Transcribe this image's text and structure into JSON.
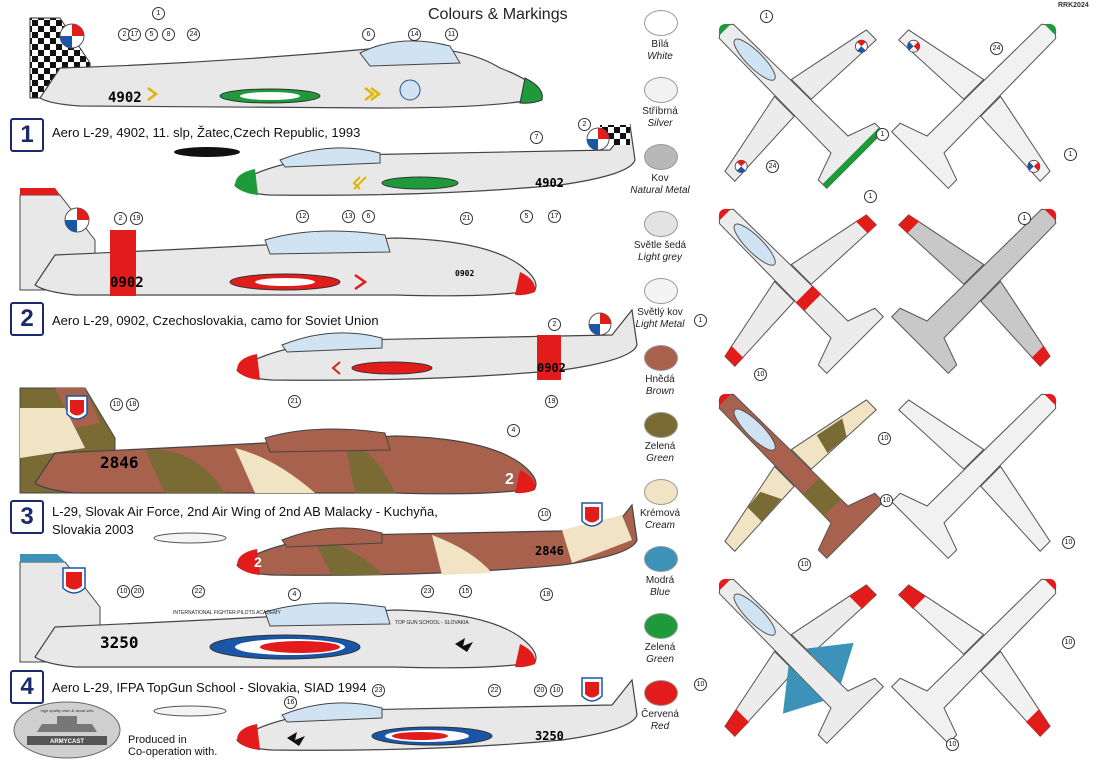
{
  "header": {
    "title": "Colours & Markings",
    "code": "RRK2024"
  },
  "schemes": [
    {
      "number": "1",
      "caption": "Aero L-29, 4902, 11. slp, Žatec,Czech Republic, 1993",
      "serial": "4902"
    },
    {
      "number": "2",
      "caption": "Aero L-29, 0902, Czechoslovakia, camo for Soviet Union",
      "serial": "0902"
    },
    {
      "number": "3",
      "caption_line1": "L-29, Slovak Air Force, 2nd Air Wing of 2nd AB Malacky - Kuchyňa,",
      "caption_line2": "Slovakia 2003",
      "serial": "2846",
      "nose_number": "2"
    },
    {
      "number": "4",
      "caption": "Aero L-29, IFPA TopGun School - Slovakia, SIAD 1994",
      "serial": "3250",
      "fuselage_text": "INTERNATIONAL FIGHTER PILOTS ACADEMY",
      "school_text": "TOP GUN SCHOOL - SLOVAKIA"
    }
  ],
  "callouts": {
    "s1_top": [
      "1",
      "2",
      "17",
      "5",
      "8",
      "24",
      "6",
      "14",
      "11"
    ],
    "s1_side": [
      "7",
      "2",
      "12",
      "13",
      "6",
      "5",
      "17"
    ],
    "s2_top": [
      "2",
      "19",
      "21"
    ],
    "s2_side": [
      "2",
      "21",
      "19"
    ],
    "s3_top": [
      "10",
      "18",
      "4"
    ],
    "s3_side": [
      "10",
      "4",
      "18"
    ],
    "s4_top": [
      "10",
      "20",
      "22",
      "23",
      "15"
    ],
    "s4_side": [
      "16",
      "23",
      "22",
      "20",
      "10"
    ],
    "plan_view": [
      "1",
      "24",
      "1",
      "1",
      "24",
      "1",
      "1",
      "1",
      "10",
      "10",
      "10",
      "10",
      "10",
      "10",
      "10",
      "10"
    ]
  },
  "swatches": [
    {
      "cz": "Bílá",
      "en": "White",
      "color": "#ffffff"
    },
    {
      "cz": "Stříbrná",
      "en": "Silver",
      "color": "#f2f2f2"
    },
    {
      "cz": "Kov",
      "en": "Natural Metal",
      "color": "#b8b8b8"
    },
    {
      "cz": "Světle šedá",
      "en": "Light grey",
      "color": "#e3e3e3"
    },
    {
      "cz": "Světlý kov",
      "en": "Light Metal",
      "color": "#f4f4f4"
    },
    {
      "cz": "Hnědá",
      "en": "Brown",
      "color": "#a8614c"
    },
    {
      "cz": "Zelená",
      "en": "Green",
      "color": "#7a6b35"
    },
    {
      "cz": "Krémová",
      "en": "Cream",
      "color": "#f1e4c4"
    },
    {
      "cz": "Modrá",
      "en": "Blue",
      "color": "#3c92b8"
    },
    {
      "cz": "Zelená",
      "en": "Green",
      "color": "#1f9a3a"
    },
    {
      "cz": "Červená",
      "en": "Red",
      "color": "#e21b1b"
    }
  ],
  "footer": {
    "produced_line1": "Produced in",
    "produced_line2": "Co-operation with.",
    "logo_text": "ARMYCAST",
    "logo_subtext": "high quality resin & decal sets"
  }
}
